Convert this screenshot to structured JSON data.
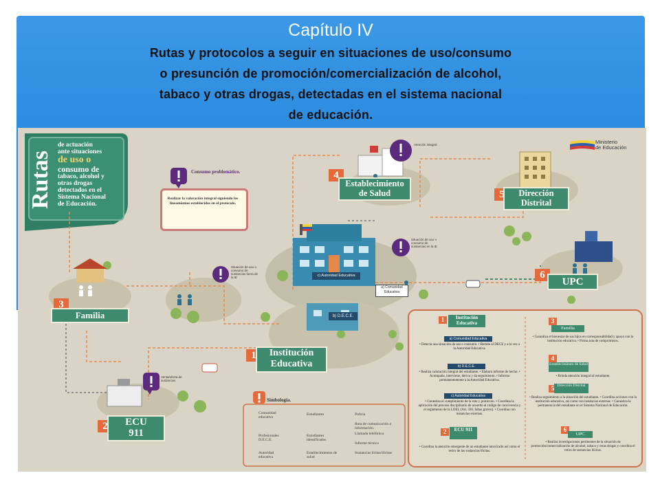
{
  "header": {
    "title": "Capítulo IV",
    "subtitle_lines": [
      "Rutas y protocolos a seguir en situaciones de uso/consumo",
      "o presunción de promoción/comercialización de alcohol,",
      "tabaco y otras drogas, detectadas en el sistema nacional",
      "de educación."
    ]
  },
  "infographic": {
    "rutas_word": "Rutas",
    "rutas_lines": [
      "de actuación",
      "ante situaciones",
      "de uso o",
      "consumo de",
      "tabaco, alcohol y",
      "otras drogas",
      "detectados en el",
      "Sistema Nacional",
      "de Educación."
    ],
    "ministry": [
      "Ministerio",
      "de Educación"
    ],
    "consumo_card": {
      "title": "Consumo problemático.",
      "body": "Realizar la valoración integral siguiendo los lineamientos establecidos en el protocolo."
    },
    "alert_salud": "Atención integral",
    "alert_escuela": "Situación de uso o consumo de sustancias en la IE",
    "alert_familia": "Situación de uso o consumo de sustancias fuera de la IE",
    "alert_ecu": "Venta/oferta de sustancias",
    "nodes": {
      "salud": {
        "num": "4",
        "line1": "Establecimiento",
        "line2": "de Salud"
      },
      "distrital": {
        "num": "5",
        "line1": "Dirección",
        "line2": "Distrital"
      },
      "upc": {
        "num": "6",
        "label": "UPC"
      },
      "familia": {
        "num": "3",
        "label": "Familia"
      },
      "institucion": {
        "num": "1",
        "line1": "Institución",
        "line2": "Educativa"
      },
      "ecu": {
        "num": "2",
        "line1": "ECU",
        "line2": "911"
      }
    },
    "school_signs": {
      "autoridad": "c) Autoridad Educativa",
      "comunidad": "a) Comunidad Educativa",
      "dece": "b) D.E.C.E."
    },
    "legend": {
      "title": "Simbología.",
      "items": [
        "Comunidad educativa",
        "Estudiantes",
        "Policía",
        "Profesionales D.E.C.E.",
        "Estudiantes identificados",
        "Ruta de comunicación o información.",
        "Autoridad educativa",
        "Establecimientos de salud",
        "Llamada telefónica",
        "Informe técnico",
        "Sustancias lícitas/ilícitas"
      ]
    },
    "panel": {
      "inst": {
        "num": "1",
        "title": "Institución Educativa"
      },
      "sections_left": [
        {
          "head": "a) Comunidad Educativa",
          "text": "• Detecta una situación de uso o consumo. • Remite al DECE y a la vez a la Autoridad Educativa."
        },
        {
          "head": "b) D.E.C.E.",
          "text": "• Realiza valoración integral del estudiante. • Elabora informe de hecho. • Acompaña, interviene, deriva y da seguimiento. • Informa permanentemente a la Autoridad Educativa."
        },
        {
          "head": "c) Autoridad Educativa",
          "text": "• Garantiza el cumplimiento de la ruta y protocolo. • Coordina la aplicación del proceso disciplinario de acuerdo al código de convivencia y el reglamento de la LOEI, (Art. 330, faltas graves). • Coordina con instancias externas."
        }
      ],
      "ecu": {
        "num": "2",
        "title": "ECU 911",
        "text": "• Coordina la atención emergente de un estudiante intoxicado así como el retiro de las sustancias ilícitas."
      },
      "sections_right": [
        {
          "num": "3",
          "title": "Familia",
          "text": "• Garantiza el bienestar de sus hijos en corresponsabilidad y apoyo con la institución educativa. • Firma acta de compromisos."
        },
        {
          "num": "4",
          "title": "Establecimiento de Salud",
          "text": "• Brinda atención integral al estudiante."
        },
        {
          "num": "5",
          "title": "Dirección Distrital",
          "text": "• Realiza seguimiento a la situación del estudiante. • Coordina acciones con la institución educativa, así como con instancias externas. • Garantiza la permanencia del estudiante en el Sistema Nacional de Educación."
        },
        {
          "num": "6",
          "title": "UPC",
          "text": "• Realiza investigaciones pertinentes de la situación de promoción/comercialización de alcohol, tabaco y otras drogas y coordina el retiro de sustancias ilícitas."
        }
      ]
    }
  },
  "colors": {
    "header_blue": "#2e8ce0",
    "banner_green": "#3e8a6e",
    "badge_orange": "#e46a3b",
    "background": "#d9d4c6",
    "path_orange": "#e4884a",
    "path_gray": "#7a7a7a",
    "dark_green": "#1f6a4f",
    "alert_purple": "#5b2a7c"
  }
}
